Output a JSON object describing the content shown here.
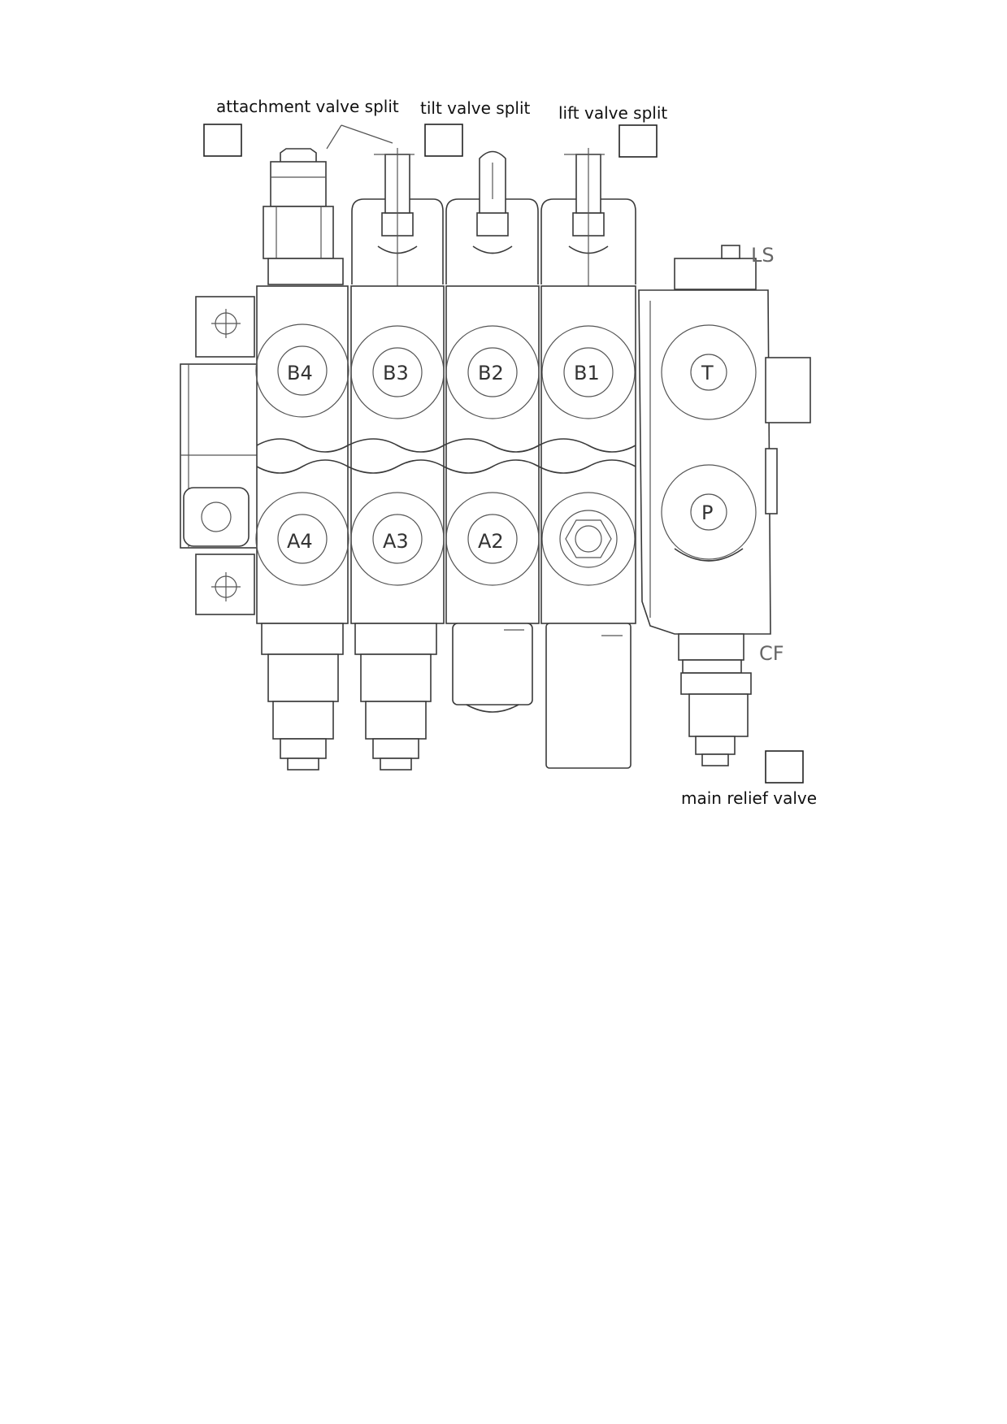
{
  "callouts": {
    "attachment": "attachment valve split",
    "tilt": "tilt valve split",
    "lift": "lift valve split",
    "main_relief": "main relief valve"
  },
  "ports": {
    "b4": "B4",
    "b3": "B3",
    "b2": "B2",
    "b1": "B1",
    "a4": "A4",
    "a3": "A3",
    "a2": "A2",
    "t": "T",
    "p": "P"
  },
  "tags": {
    "ls": "LS",
    "cf": "CF"
  }
}
